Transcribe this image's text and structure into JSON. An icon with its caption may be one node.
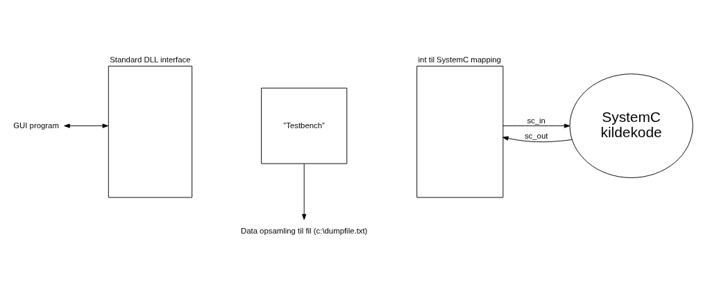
{
  "diagram": {
    "nodes": [
      {
        "text": [
          "Standard DLL interface"
        ]
      },
      {
        "text": [
          "int til SystemC mapping"
        ]
      },
      {
        "text": [
          "”Testbench”"
        ]
      },
      {
        "text": [
          "SystemC kildekode"
        ]
      },
      {
        "text": [
          "GUI program"
        ]
      },
      {
        "text": [
          "Data opsamling til fil (c:\\dumpfile.txt)"
        ]
      }
    ],
    "edges": [
      {
        "from": 4,
        "to": 0,
        "arrow": "both"
      },
      {
        "from": 2,
        "to": 5,
        "arrow": "to"
      },
      {
        "from": 1,
        "to": 3,
        "arrow": "to",
        "label": "sc_in"
      },
      {
        "from": 3,
        "to": 1,
        "arrow": "to",
        "label": "sc_out"
      }
    ]
  }
}
